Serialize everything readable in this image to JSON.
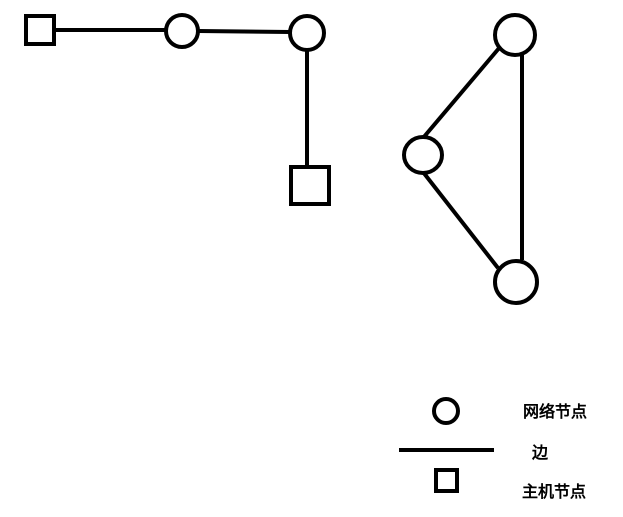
{
  "diagram": {
    "left_component": {
      "edges": [
        {
          "from": "host-1",
          "to": "net-1"
        },
        {
          "from": "net-1",
          "to": "net-2"
        },
        {
          "from": "net-2",
          "to": "host-2"
        }
      ]
    },
    "right_component": {
      "edges": [
        {
          "from": "net-top",
          "to": "net-left"
        },
        {
          "from": "net-left",
          "to": "net-bottom"
        },
        {
          "from": "net-top",
          "to": "net-bottom"
        }
      ]
    }
  },
  "legend": {
    "network_node": "网络节点",
    "edge": "边",
    "host_node": "主机节点"
  }
}
